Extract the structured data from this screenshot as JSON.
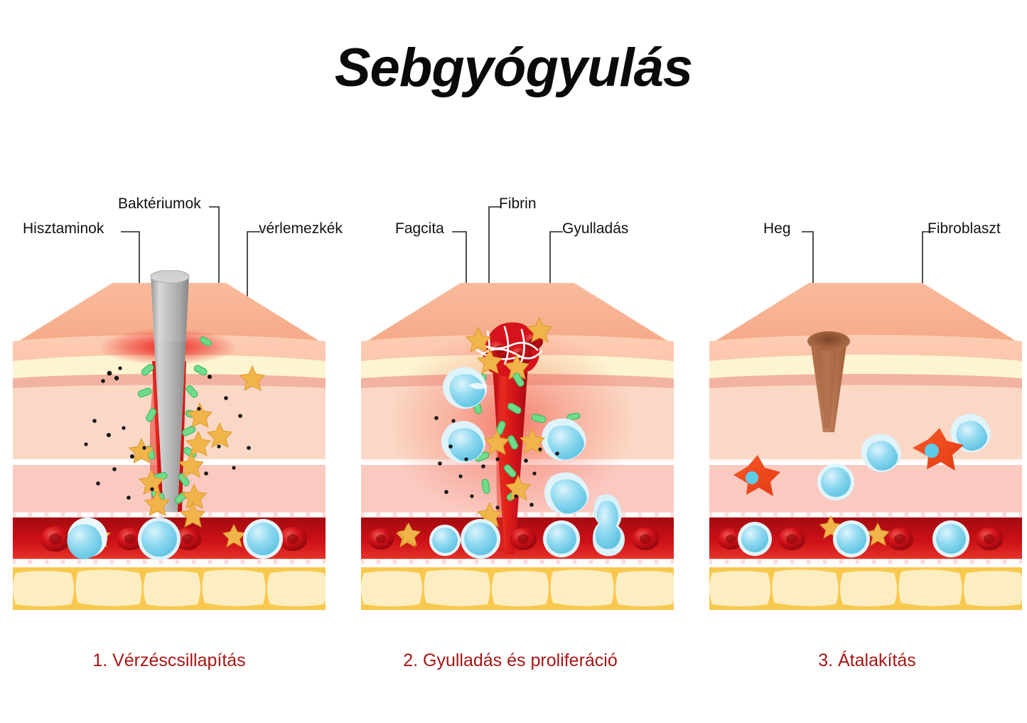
{
  "title": "Sebgyógyulás",
  "background_color": "#ffffff",
  "title_color": "#0a0a0a",
  "caption_color": "#a81616",
  "label_color": "#111111",
  "panels": [
    {
      "index": "1",
      "caption": "1. Vérzéscsillapítás",
      "labels": [
        {
          "key": "hisztaminok",
          "text": "Hisztaminok"
        },
        {
          "key": "bakteriumok",
          "text": "Baktériumok"
        },
        {
          "key": "verlemezkek",
          "text": "vérlemezkék"
        }
      ]
    },
    {
      "index": "2",
      "caption": "2. Gyulladás és proliferáció",
      "labels": [
        {
          "key": "fagcita",
          "text": "Fagcita"
        },
        {
          "key": "fibrin",
          "text": "Fibrin"
        },
        {
          "key": "gyulladas",
          "text": "Gyulladás"
        }
      ]
    },
    {
      "index": "3",
      "caption": "3. Átalakítás",
      "labels": [
        {
          "key": "heg",
          "text": "Heg"
        },
        {
          "key": "fibroblaszt",
          "text": "Fibroblaszt"
        }
      ]
    }
  ],
  "skin_layers": {
    "epidermis_top": "#f7b496",
    "epidermis_face": "#fbc8ae",
    "basal_cream": "#fdf4cf",
    "papillary_dermis": "#fbd9c7",
    "dermis_band": "#f3b6a4",
    "reticular_dermis": "#fbc8bd",
    "deep_dermis": "#f9b7b2",
    "vessel_lumen_dark": "#a60c10",
    "vessel_lumen_light": "#e52a22",
    "endothelium": "#f8d7d5",
    "fat_cell_fill": "#fbeec0",
    "fat_cell_border": "#f6c140"
  },
  "cell_colors": {
    "red_blood_cell": "#d6121a",
    "white_blood_cell": "#7ed4ee",
    "platelet": "#f0b44a",
    "bacteria": "#6fdc8c",
    "histamine_dot": "#141414",
    "needle_gray": "#9a9a9a",
    "scar_brown": "#b5714a",
    "fibroblast": "#f04a22",
    "fibrin_mesh": "#ffffff",
    "inflammation_glow": "#e8231f"
  }
}
